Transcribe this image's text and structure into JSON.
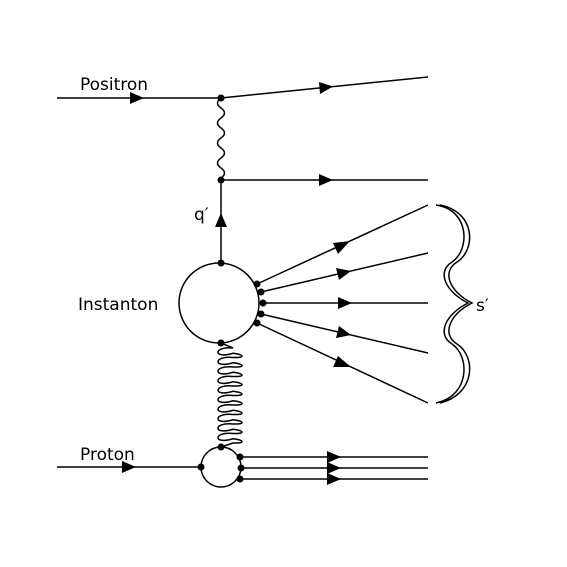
{
  "labels": {
    "positron": "Positron",
    "q_prime": "q′",
    "instanton": "Instanton",
    "s_prime": "s′",
    "proton": "Proton"
  },
  "colors": {
    "ink": "#000000",
    "background": "#ffffff"
  }
}
